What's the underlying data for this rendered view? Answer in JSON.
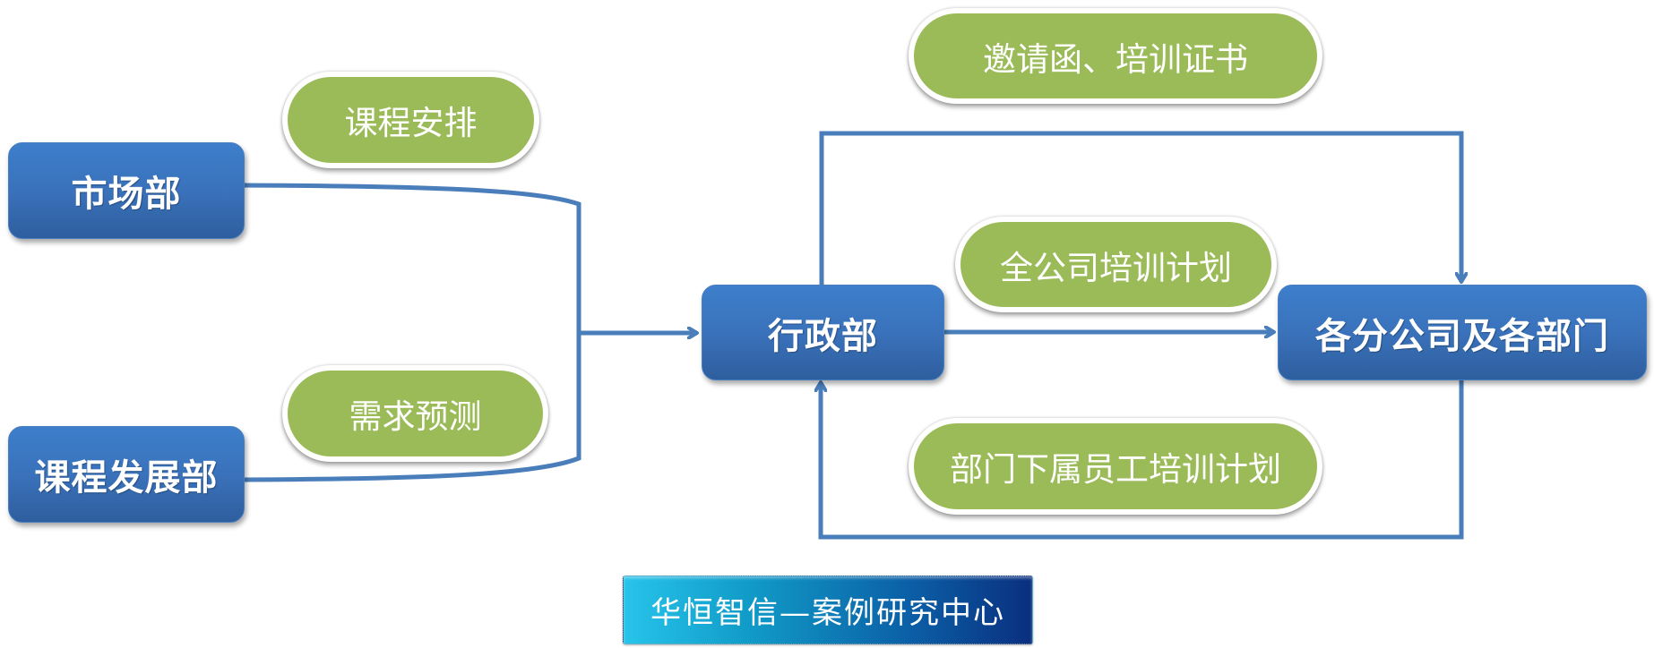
{
  "diagram": {
    "type": "flowchart",
    "nodes": {
      "marketing": "市场部",
      "course_dev": "课程发展部",
      "admin": "行政部",
      "branches": "各分公司及各部门"
    },
    "labels": {
      "course_schedule": "课程安排",
      "demand_forecast": "需求预测",
      "invitation_cert": "邀请函、培训证书",
      "company_plan": "全公司培训计划",
      "dept_plan": "部门下属员工培训计划"
    },
    "edges": [
      {
        "from": "市场部",
        "to": "行政部",
        "label": "课程安排"
      },
      {
        "from": "课程发展部",
        "to": "行政部",
        "label": "需求预测"
      },
      {
        "from": "行政部",
        "to": "各分公司及各部门",
        "label": "全公司培训计划"
      },
      {
        "from": "行政部",
        "to": "各分公司及各部门",
        "label": "邀请函、培训证书"
      },
      {
        "from": "各分公司及各部门",
        "to": "行政部",
        "label": "部门下属员工培训计划"
      }
    ]
  },
  "footer": {
    "banner": "华恒智信—案例研究中心"
  },
  "colors": {
    "node_blue": "#3a72bb",
    "label_green": "#9bbb59",
    "connector": "#4a7ebb"
  }
}
